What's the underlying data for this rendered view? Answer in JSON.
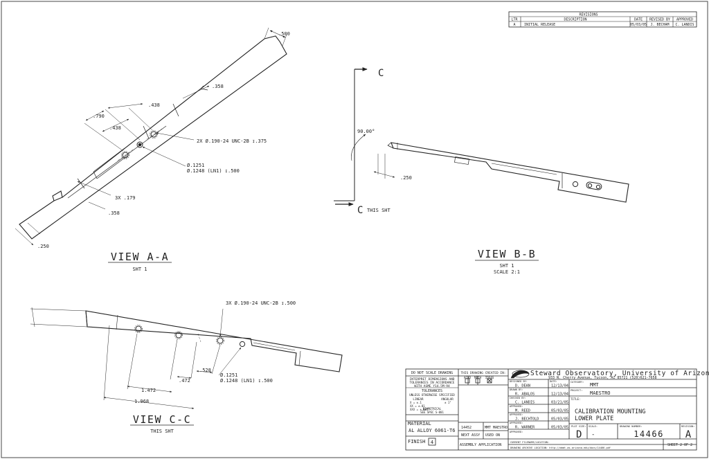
{
  "revisions": {
    "title": "REVISIONS",
    "headers": [
      "LTR",
      "DESCRIPTION",
      "DATE",
      "REVISED BY",
      "APPROVED"
    ],
    "rows": [
      [
        "A",
        "INITIAL RELEASE",
        "05/03/05",
        "J. BECHAM",
        "C. LANDIS"
      ]
    ]
  },
  "view_aa": {
    "title": "VIEW A-A",
    "sheet": "SHT 1",
    "dims": {
      "d500": ".500",
      "d358a": ".358",
      "d438a": ".438",
      "d790": ".790",
      "d438b": ".438",
      "tapped": "2X Ø.190-24 UNC-2B ↧.375",
      "ream1": "Ø.1251",
      "ream2": "Ø.1248  (LN1) ↧.500",
      "d179": "3X .179",
      "d358b": ".358",
      "d250": ".250"
    }
  },
  "view_bb": {
    "title": "VIEW B-B",
    "sheet": "SHT 1",
    "scale": "SCALE 2:1",
    "section_label": "C",
    "section_label_bottom": "C",
    "this_sht": "THIS SHT",
    "angle": "90.00°",
    "d250": ".250"
  },
  "view_cc": {
    "title": "VIEW C-C",
    "sheet": "THIS SHT",
    "dims": {
      "tapped": "3X Ø.190-24 UNC-2B ↧.500",
      "d528": ".528",
      "d472": ".472",
      "d1472": "1.472",
      "d1968": "1.968",
      "ream1": "Ø.1251",
      "ream2": "Ø.1248  (LN1) ↧.500"
    }
  },
  "title_block": {
    "do_not_scale": "DO NOT SCALE DRAWING",
    "interpret_1": "INTERPRET DIMENSIONS AND",
    "interpret_2": "TOLERANCES IN ACCORDANCE",
    "interpret_3": "WITH ASME Y14.5M-94",
    "tolerances": "TOLERANCES",
    "unless": "UNLESS OTHERWISE SPECIFIED",
    "linear": "LINEAR",
    "angular": "ANGULAR",
    "tol_x": "X  = ±.1",
    "tol_xx": "XX = ±.01",
    "tol_xxx": "XXX = ±.005",
    "tol_ang": "± 1°",
    "diametral": "DIAMETRICAL",
    "see_spec": "SEE SPEC S-001",
    "created_in": "THIS DRAWING CREATED IN:",
    "acad": "ACAD",
    "mech": "MECH",
    "ideas": "IDEAS",
    "material_label": "MATERIAL",
    "material": "AL ALLOY 6061-T6",
    "finish_label": "FINISH",
    "finish": "4",
    "part_no": "14452",
    "next_assy_value": "MMT MAESTRO",
    "next_assy": "NEXT ASSY",
    "used_on": "USED ON",
    "assembly_app": "ASSEMBLY APPLICATION",
    "org": "Steward Observatory, University of Arizona",
    "address": "933 N. Cherry Avenue, Tucson, AZ  85721   (520)621-7658",
    "rows": [
      {
        "label": "DESIGNED BY:",
        "name": "D. DEAN",
        "date": "12/13/04"
      },
      {
        "label": "DRAWN BY:",
        "name": "R. ABALOS",
        "date": "12/13/04"
      },
      {
        "label": "CHECKED BY:",
        "name": "C. LANDIS",
        "date": "03/21/05"
      },
      {
        "label": "APPROVED:",
        "name": "M. REED",
        "date": "05/03/05"
      },
      {
        "label": "APPROVED:",
        "name": "J. BECHTOLD",
        "date": "05/03/05"
      },
      {
        "label": "APPROVED:",
        "name": "R. WARNER",
        "date": "05/03/05"
      },
      {
        "label": "APPROVED:",
        "name": "",
        "date": ""
      }
    ],
    "date_label": "DATE:",
    "category_label": "CATEGORY:",
    "category": "MMT",
    "project_label": "PROJECT:",
    "project": "MAESTRO",
    "title_label": "TITLE:",
    "title_1": "CALIBRATION MOUNTING",
    "title_2": "LOWER PLATE",
    "plot_size_label": "PLOT SIZE:",
    "plot_size": "D",
    "scale_label": "SCALE:",
    "scale": "-",
    "drawing_number_label": "DRAWING NUMBER:",
    "drawing_number": "14466",
    "revision_label": "REVISION:",
    "revision": "A",
    "current_file": "CURRENT FILENAME/LOCATION:",
    "archive_file": "DRAWING ARCHIVE LOCATION: http://dmmt.as.arizona.edu/docs/14466.pdf",
    "sheet": "SHEET 2 OF 2"
  }
}
